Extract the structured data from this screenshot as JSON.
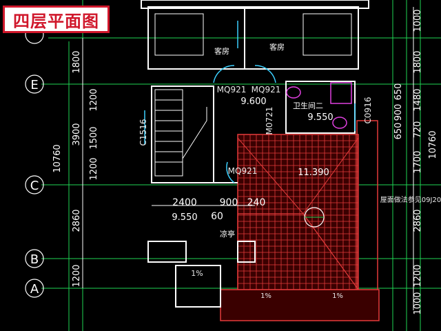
{
  "title": "四层平面图",
  "axes": {
    "E": "E",
    "C": "C",
    "B": "B",
    "A": "A"
  },
  "dims_left": {
    "d1800": "1800",
    "d1200": "1200",
    "d3900": "3900",
    "d1500": "1500",
    "d1200b": "1200",
    "d10760": "10760",
    "d2860": "2860",
    "d1200c": "1200"
  },
  "dims_right": {
    "r1000": "1000",
    "r1800": "1800",
    "r1480": "1480",
    "r650": "650",
    "r900": "900",
    "r650b": "650",
    "r720": "720",
    "r1700": "1700",
    "r2860": "2860",
    "r1200": "1200",
    "r1000b": "1000",
    "r10760": "10760"
  },
  "dims_bottom": {
    "b2400": "2400",
    "b900": "900",
    "b240": "240",
    "b60": "60"
  },
  "rooms": {
    "guest1": "客房",
    "guest2": "客房",
    "bath2": "卫生间二",
    "terrace": "凉亭"
  },
  "doors": {
    "mq1": "MQ921",
    "mq2": "MQ921",
    "mq3": "MQ921",
    "m0721": "M0721",
    "c1516": "C1516",
    "c0916": "C0916"
  },
  "levels": {
    "l9600": "9.600",
    "l9550a": "9.550",
    "l9550b": "9.550",
    "l11390": "11.390"
  },
  "notes": {
    "ref": "屋面做法参见09J20",
    "slope1": "1%",
    "slope2": "1%",
    "slope3": "1%"
  }
}
